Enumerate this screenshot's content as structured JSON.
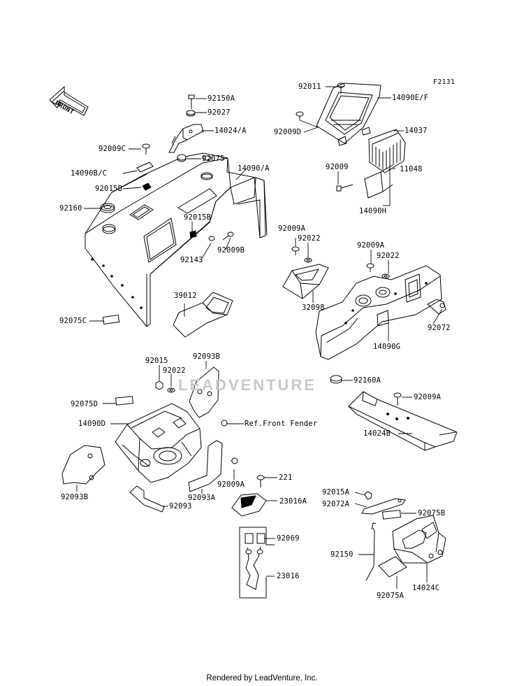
{
  "diagram": {
    "figure_id": "F2131",
    "front_indicator": "FRONT",
    "watermark": "LEADVENTURE",
    "footer": "Rendered by LeadVenture, Inc.",
    "callouts": {
      "c92011": "92011",
      "c14090EF": "14090E/F",
      "c92009D": "92009D",
      "c14037": "14037",
      "c92009_top": "92009",
      "c11048": "11048",
      "c14090H": "14090H",
      "c92150A": "92150A",
      "c92027": "92027",
      "c14024A": "14024/A",
      "c92009C": "92009C",
      "c92075_top": "92075",
      "c14090BC": "14090B/C",
      "c14090A": "14090/A",
      "c92015B_left": "92015B",
      "c92160": "92160",
      "c92015B_mid": "92015B",
      "c92143": "92143",
      "c92009B": "92009B",
      "c92009A_mid": "92009A",
      "c92022_mid": "92022",
      "c92009A_right": "92009A",
      "c92022_right": "92022",
      "c39012": "39012",
      "c32098": "32098",
      "c92075C": "92075C",
      "c92072": "92072",
      "c14090G": "14090G",
      "c92015": "92015",
      "c92093B_top": "92093B",
      "c92022_low": "92022",
      "c92160A": "92160A",
      "c92075D": "92075D",
      "c92009A_plate": "92009A",
      "c14090D": "14090D",
      "cRefFender": "Ref.Front Fender",
      "c14024B": "14024B",
      "c92009A_low": "92009A",
      "c221": "221",
      "c92093B_low": "92093B",
      "c92093A": "92093A",
      "c23016A": "23016A",
      "c92093": "92093",
      "c92015A": "92015A",
      "c92072A": "92072A",
      "c92075B": "92075B",
      "c92069": "92069",
      "c92150": "92150",
      "c23016": "23016",
      "c14024C": "14024C",
      "c92075A": "92075A"
    }
  }
}
